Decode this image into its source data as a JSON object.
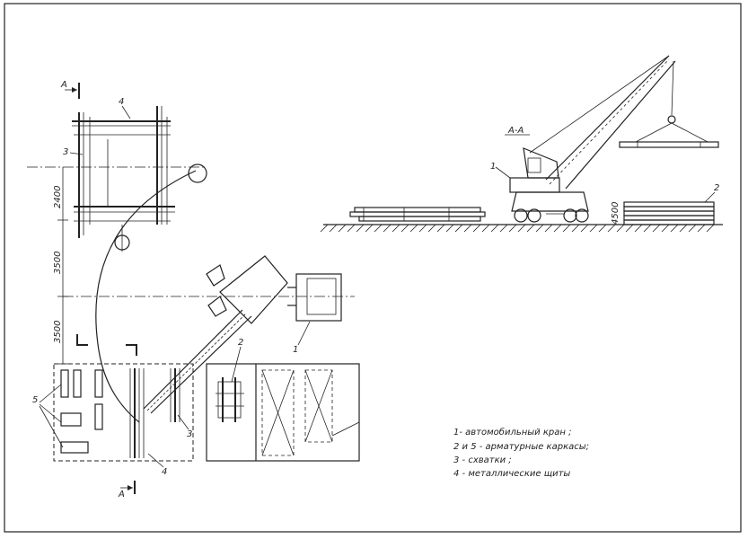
{
  "section": {
    "title": "А-А",
    "mark_left_top": "А",
    "mark_left_bottom": "А"
  },
  "dimensions": [
    "2400",
    "3500",
    "3500",
    "4500"
  ],
  "callouts": {
    "crane": "1",
    "frame": "2",
    "clamp": "3",
    "shield": "4",
    "frames_group": "5"
  },
  "legend": [
    "1- автомобильный кран ;",
    "2 и 5 - арматурные каркасы;",
    "3 - схватки ;",
    "4 - металлические щиты"
  ]
}
